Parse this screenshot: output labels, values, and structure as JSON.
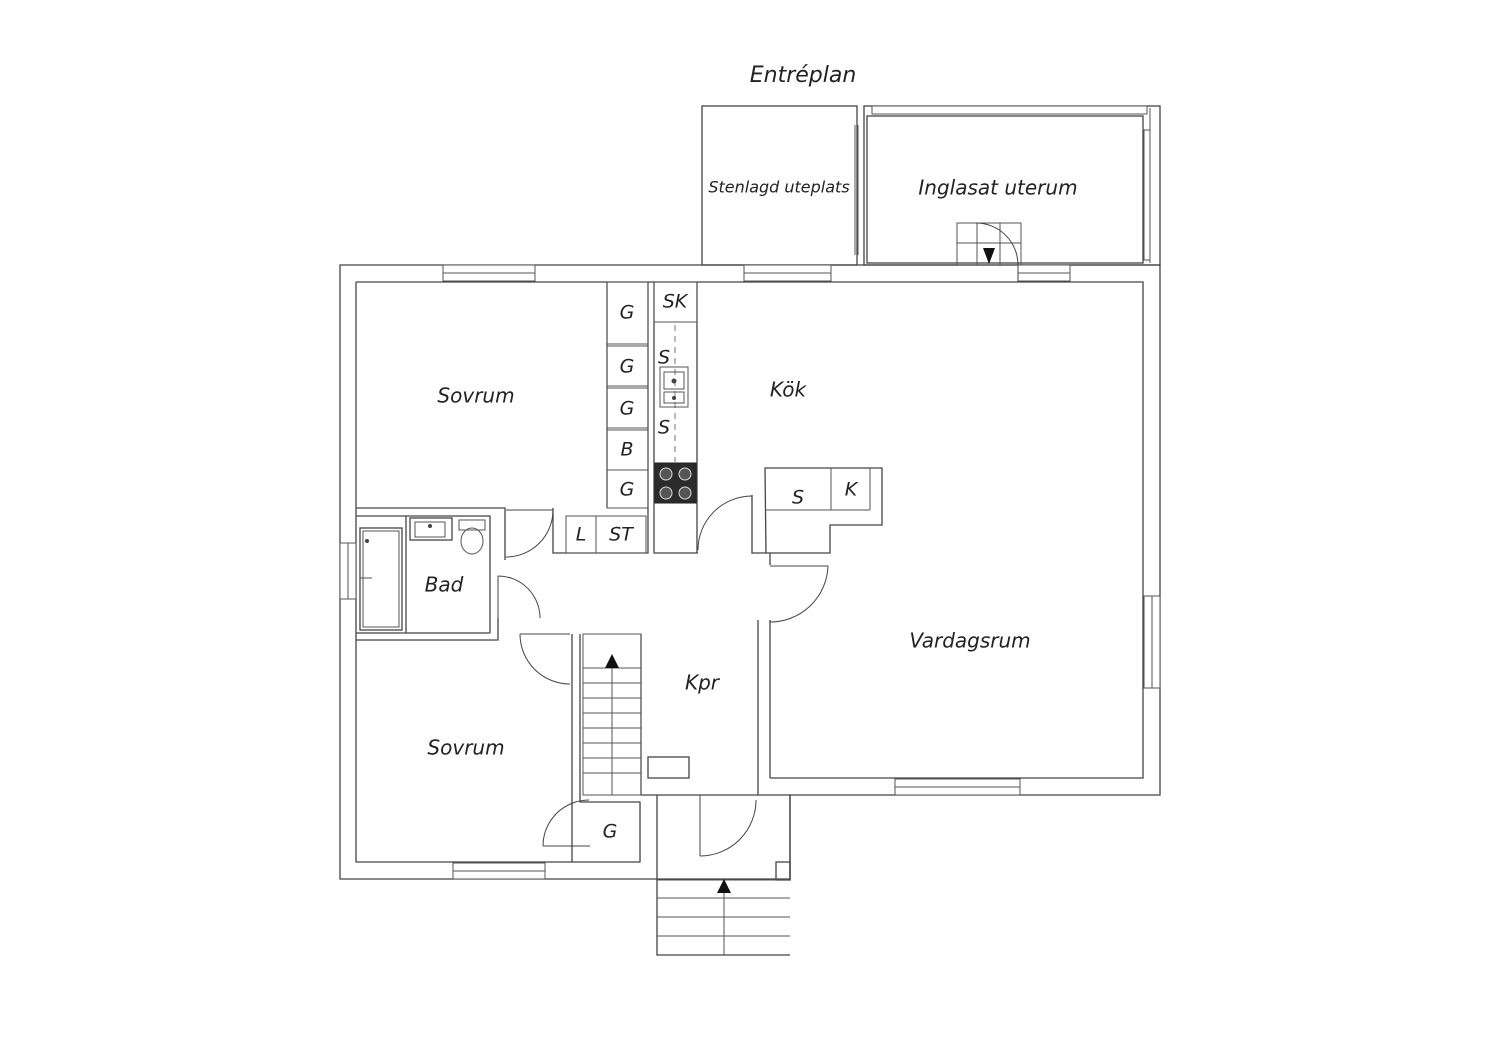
{
  "title": "Entréplan",
  "rooms": {
    "patio": "Stenlagd uteplats",
    "sunroom": "Inglasat uterum",
    "bedroom_top": "Sovrum",
    "kitchen": "Kök",
    "bath": "Bad",
    "hall": "Kpr",
    "living": "Vardagsrum",
    "bedroom_bottom": "Sovrum"
  },
  "fixtures": {
    "wardrobe": "G",
    "closet_b": "B",
    "fridge": "SK",
    "cabinet": "S",
    "freezer": "K",
    "linen": "L",
    "storage": "ST"
  },
  "colors": {
    "line": "#444444",
    "text": "#222222",
    "background": "#ffffff"
  },
  "icons": [
    "stair-arrow-icon",
    "door-arrow-icon",
    "sink-icon",
    "stove-icon",
    "toilet-icon",
    "bathtub-icon"
  ]
}
